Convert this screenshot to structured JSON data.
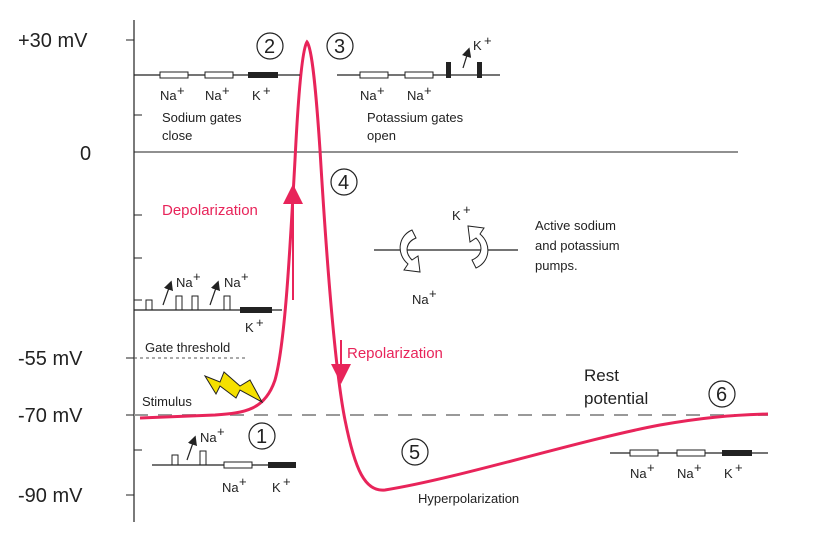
{
  "axis": {
    "y_labels": [
      "+30 mV",
      "0",
      "-55 mV",
      "-70 mV",
      "-90 mV"
    ]
  },
  "steps": [
    "1",
    "2",
    "3",
    "4",
    "5",
    "6"
  ],
  "phases": {
    "depolarization": "Depolarization",
    "repolarization": "Repolarization",
    "hyperpolarization": "Hyperpolarization",
    "rest_potential_line1": "Rest",
    "rest_potential_line2": "potential",
    "gate_threshold": "Gate threshold",
    "stimulus": "Stimulus"
  },
  "gates": {
    "sodium_close_line1": "Sodium gates",
    "sodium_close_line2": "close",
    "potassium_open_line1": "Potassium gates",
    "potassium_open_line2": "open"
  },
  "pump": {
    "line1": "Active sodium",
    "line2": "and potassium",
    "line3": "pumps."
  },
  "ions": {
    "na": "Na",
    "k": "K",
    "plus": "+"
  },
  "colors": {
    "accent": "#e8245a",
    "lightning": "#f5e000"
  }
}
